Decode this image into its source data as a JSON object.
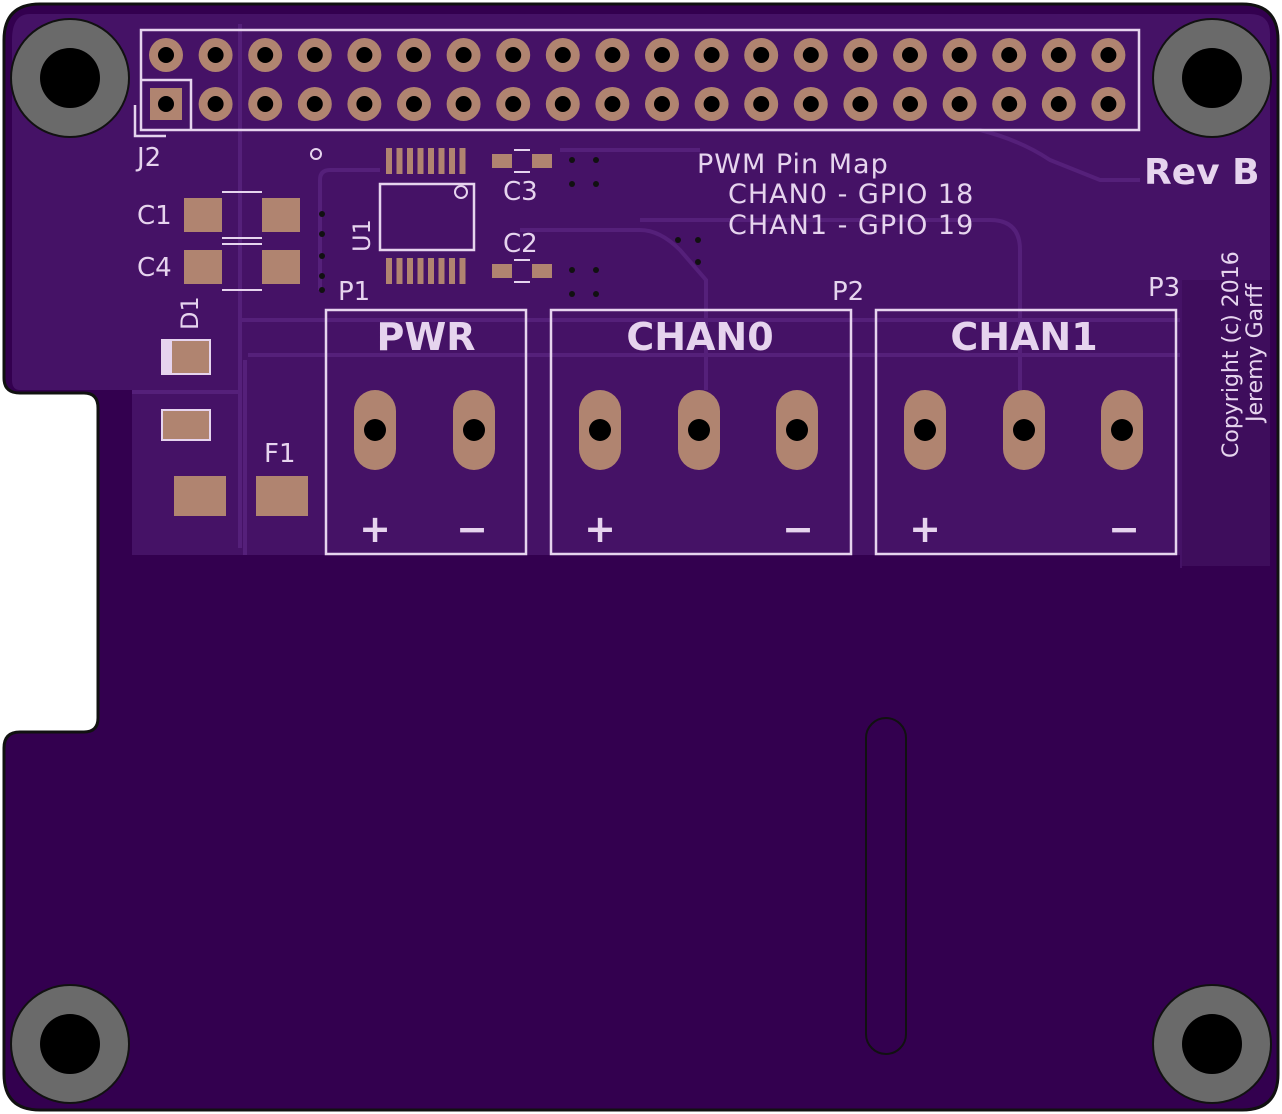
{
  "board": {
    "revision": "Rev B",
    "pin_map_title": "PWM Pin Map",
    "pin_map_chan0": "CHAN0 - GPIO 18",
    "pin_map_chan1": "CHAN1 - GPIO 19",
    "copyright_line1": "Copyright (c) 2016",
    "copyright_line2": "Jeremy Garff"
  },
  "designators": {
    "j2": "J2",
    "c1": "C1",
    "c2": "C2",
    "c3": "C3",
    "c4": "C4",
    "d1": "D1",
    "u1": "U1",
    "f1": "F1",
    "p1": "P1",
    "p2": "P2",
    "p3": "P3"
  },
  "connectors": {
    "pwr": "PWR",
    "chan0": "CHAN0",
    "chan1": "CHAN1",
    "plus": "+",
    "minus": "−"
  },
  "colors": {
    "board": "#33004f",
    "copper_zone": "#451266",
    "silkscreen": "#e6d4ee",
    "pad": "#b08470",
    "mounting_ring": "#6a6a6a"
  }
}
